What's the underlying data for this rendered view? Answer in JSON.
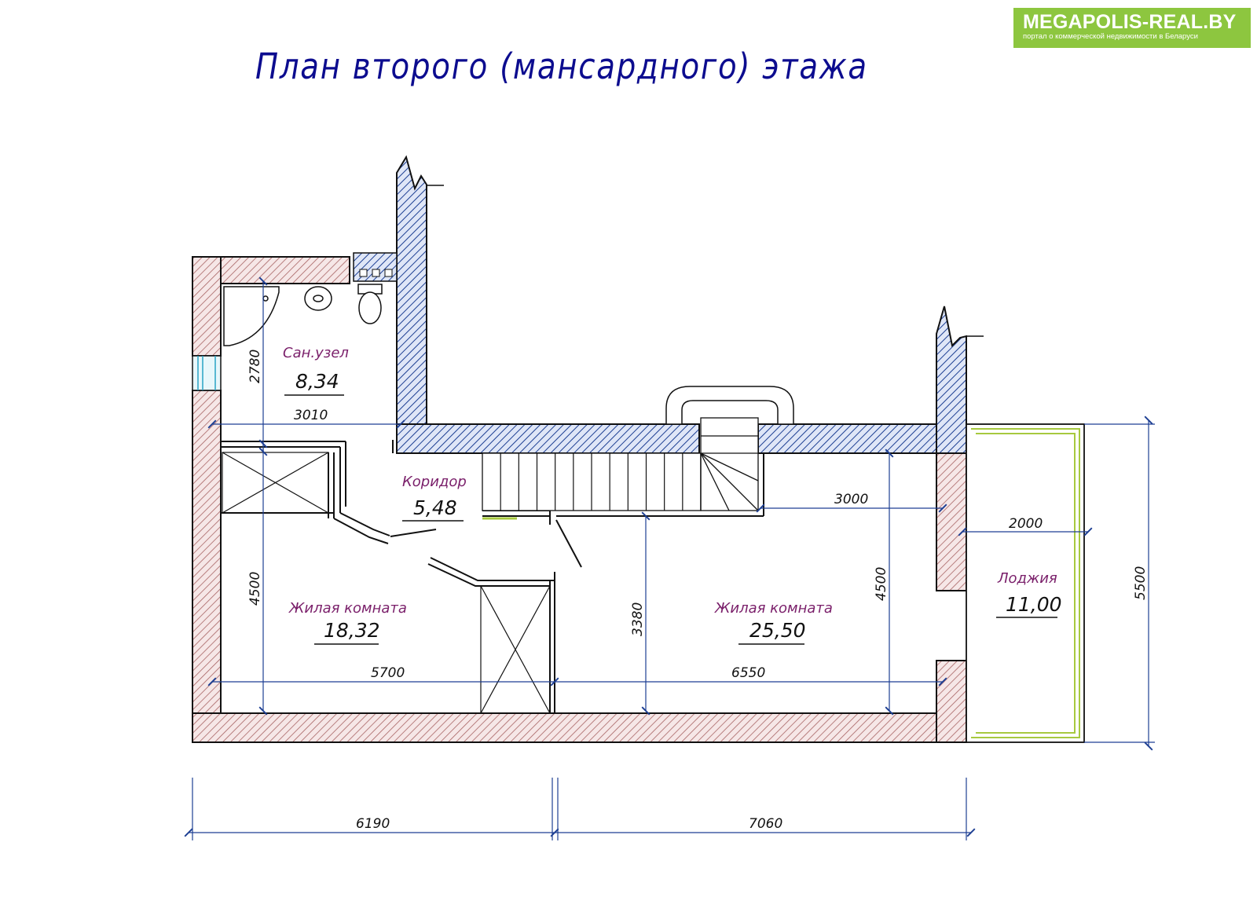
{
  "logo": {
    "brand": "MEGAPOLIS-REAL.BY",
    "tagline": "портал о коммерческой недвижимости в Беларуси",
    "color": "#8dc63f"
  },
  "title": "План второго (мансардного) этажа",
  "rooms": {
    "bathroom": {
      "name": "Сан.узел",
      "area": "8,34"
    },
    "corridor": {
      "name": "Коридор",
      "area": "5,48"
    },
    "living_left": {
      "name": "Жилая комната",
      "area": "18,32"
    },
    "living_right": {
      "name": "Жилая комната",
      "area": "25,50"
    },
    "loggia": {
      "name": "Лоджия",
      "area": "11,00"
    }
  },
  "dimensions": {
    "bath_height": "2780",
    "bath_width": "3010",
    "left_room_height": "4500",
    "left_room_width": "5700",
    "stair_height": "3380",
    "right_room_width": "6550",
    "right_room_height": "4500",
    "stair_offset": "3000",
    "loggia_width": "2000",
    "loggia_height": "5500",
    "overall_left": "6190",
    "overall_right": "7060"
  },
  "colors": {
    "exterior_wall": "#a86464",
    "interior_wall": "#1d3f93",
    "title": "#0c0c8f",
    "room_name": "#7a1f6a",
    "loggia_frame": "#a7c93f"
  }
}
